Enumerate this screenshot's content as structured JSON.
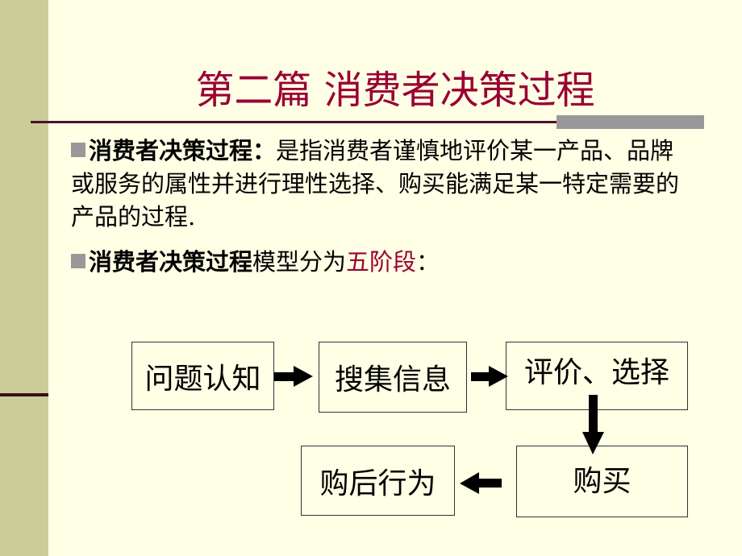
{
  "title": "第二篇 消费者决策过程",
  "para1": {
    "term": "消费者决策过程：",
    "text": "是指消费者谨慎地评价某一产品、品牌或服务的属性并进行理性选择、购买能满足某一特定需要的产品的过程."
  },
  "para2": {
    "term": "消费者决策过程",
    "text": "模型分为",
    "highlight": "五阶段",
    "end": "："
  },
  "stages": [
    "问题认知",
    "搜集信息",
    "评价、选择",
    "购买",
    "购后行为"
  ],
  "colors": {
    "title": "#990033",
    "strip": "#cccc99",
    "background": "#ffffe6"
  }
}
